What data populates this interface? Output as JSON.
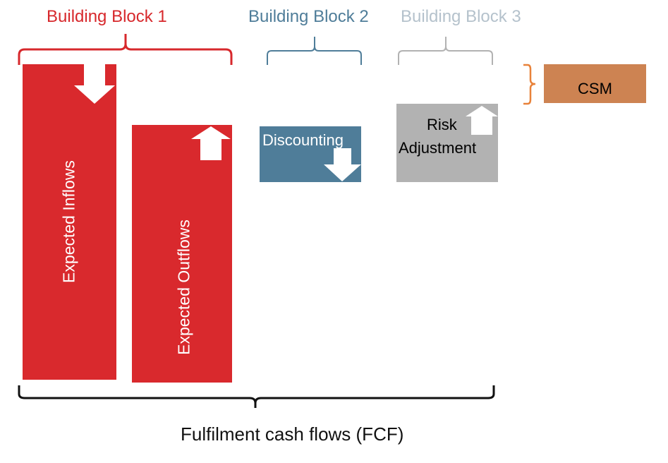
{
  "building_blocks": [
    {
      "title": "Building Block 1",
      "color": "#d7282c"
    },
    {
      "title": "Building Block 2",
      "color": "#4f7d99"
    },
    {
      "title": "Building Block 3",
      "color": "#b5c2cc"
    }
  ],
  "blocks": {
    "expected_inflows": {
      "label": "Expected Inflows",
      "color": "#d9292d",
      "arrow": "down"
    },
    "expected_outflows": {
      "label": "Expected Outflows",
      "color": "#d9292d",
      "arrow": "up"
    },
    "discounting": {
      "label": "Discounting",
      "color": "#4f7d99",
      "arrow": "down"
    },
    "risk_adjustment": {
      "line1": "Risk",
      "line2": "Adjustment",
      "color": "#b2b2b2",
      "arrow": "up"
    },
    "csm": {
      "label": "CSM",
      "color": "#cd8352",
      "brace_color": "#e8823a"
    }
  },
  "footer": {
    "label": "Fulfilment cash flows (FCF)",
    "brace_color": "#111111"
  }
}
